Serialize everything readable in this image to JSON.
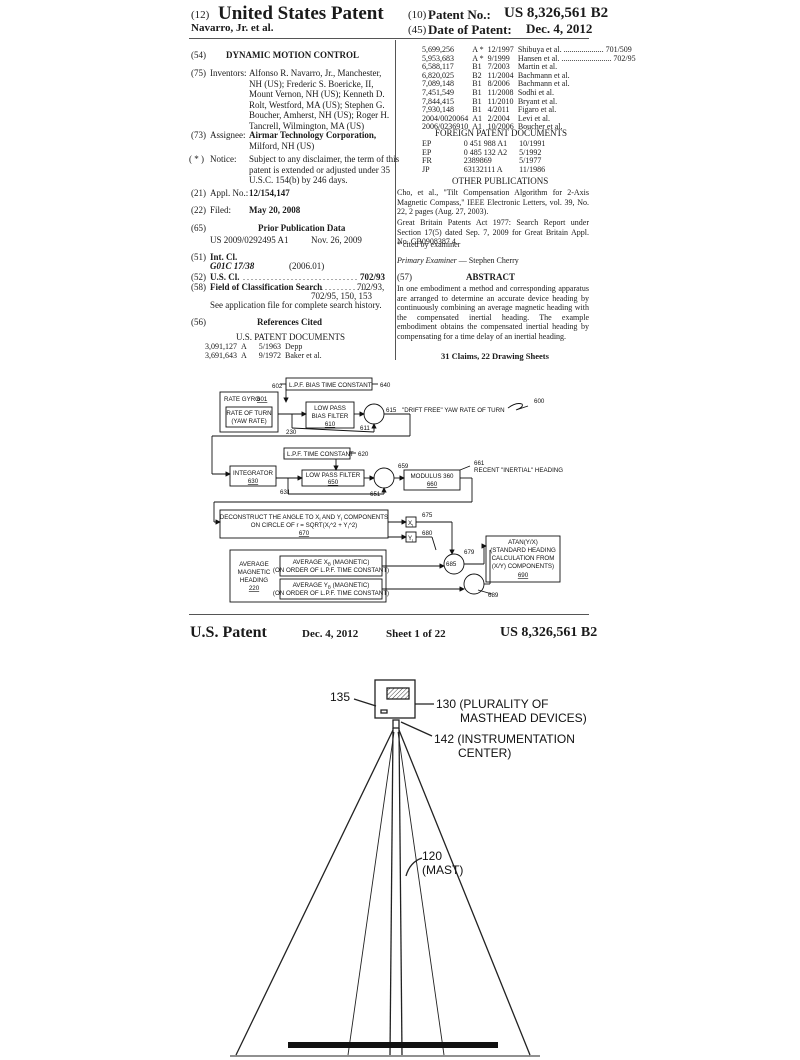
{
  "header": {
    "code12": "(12)",
    "title": "United States Patent",
    "inventors_short": "Navarro, Jr. et al.",
    "code10": "(10)",
    "patent_no_label": "Patent No.:",
    "patent_no": "US 8,326,561 B2",
    "code45": "(45)",
    "date_label": "Date of Patent:",
    "date": "Dec. 4, 2012"
  },
  "left": {
    "c54": "(54)",
    "title": "DYNAMIC MOTION CONTROL",
    "c75": "(75)",
    "inventors_label": "Inventors:",
    "inventors": [
      "Alfonso R. Navarro, Jr., Manchester,",
      "NH (US); Frederic S. Boericke, II,",
      "Mount Vernon, NH (US); Kenneth D.",
      "Rolt, Westford, MA (US); Stephen G.",
      "Boucher, Amherst, NH (US); Roger H.",
      "Tancrell, Wilmington, MA (US)"
    ],
    "c73": "(73)",
    "assignee_label": "Assignee:",
    "assignee": [
      "Airmar Technology Corporation,",
      "Milford, NH (US)"
    ],
    "cnotice": "( * )",
    "notice_label": "Notice:",
    "notice": [
      "Subject to any disclaimer, the term of this",
      "patent is extended or adjusted under 35",
      "U.S.C. 154(b) by 246 days."
    ],
    "c21": "(21)",
    "appl_label": "Appl. No.:",
    "appl": "12/154,147",
    "c22": "(22)",
    "filed_label": "Filed:",
    "filed": "May 20, 2008",
    "c65": "(65)",
    "prior_heading": "Prior Publication Data",
    "prior_num": "US 2009/0292495 A1",
    "prior_date": "Nov. 26, 2009",
    "c51": "(51)",
    "intcl_label": "Int. Cl.",
    "intcl_code": "G01C 17/38",
    "intcl_year": "(2006.01)",
    "c52": "(52)",
    "uscl_label": "U.S. Cl.",
    "uscl_dots": ". . . . . . . . . . . . . . . . . . . . . . . . . . . . .",
    "uscl": "702/93",
    "c58": "(58)",
    "field_label": "Field of Classification Search",
    "field_dots": ". . . . . . . . . . . . . .",
    "field1": "702/93,",
    "field2": "702/95, 150, 153",
    "field3": "See application file for complete search history.",
    "c56": "(56)",
    "refs_heading": "References Cited",
    "usdocs_heading": "U.S. PATENT DOCUMENTS",
    "us_refs": [
      [
        "3,091,127",
        "A",
        "5/1963",
        "Depp"
      ],
      [
        "3,691,643",
        "A",
        "9/1972",
        "Baker et al."
      ]
    ]
  },
  "right": {
    "us_refs": [
      [
        "5,699,256",
        "A  *",
        "12/1997",
        "Shibuya et al. .................... 701/509"
      ],
      [
        "5,953,683",
        "A  *",
        "9/1999",
        "Hansen et al. ......................... 702/95"
      ],
      [
        "6,588,117",
        "B1",
        "7/2003",
        "Martin et al."
      ],
      [
        "6,820,025",
        "B2",
        "11/2004",
        "Bachmann et al."
      ],
      [
        "7,089,148",
        "B1",
        "8/2006",
        "Bachmann et al."
      ],
      [
        "7,451,549",
        "B1",
        "11/2008",
        "Sodhi et al."
      ],
      [
        "7,844,415",
        "B1",
        "11/2010",
        "Bryant et al."
      ],
      [
        "7,930,148",
        "B1",
        "4/2011",
        "Figaro et al."
      ],
      [
        "2004/0020064",
        "A1",
        "2/2004",
        "Levi et al."
      ],
      [
        "2006/0236910",
        "A1",
        "10/2006",
        "Boucher et al."
      ]
    ],
    "foreign_heading": "FOREIGN PATENT DOCUMENTS",
    "foreign": [
      [
        "EP",
        "0 451 988  A1",
        "10/1991"
      ],
      [
        "EP",
        "0 485 132  A2",
        "5/1992"
      ],
      [
        "FR",
        "2389869",
        "5/1977"
      ],
      [
        "JP",
        "63132111  A",
        "11/1986"
      ]
    ],
    "other_heading": "OTHER PUBLICATIONS",
    "other1": "Cho, et al., \"Tilt Compensation Algorithm for 2-Axis Magnetic Compass,\" IEEE Electronic Letters, vol. 39, No. 22, 2 pages (Aug. 27, 2003).",
    "other2": "Great Britain Patents Act 1977: Search Report under Section 17(5) dated Sep. 7, 2009 for Great Britain Appl. No. GB0908387.4.",
    "cited": "* cited by examiner",
    "examiner_label": "Primary Examiner",
    "examiner": " — Stephen Cherry",
    "c57": "(57)",
    "abstract_heading": "ABSTRACT",
    "abstract": "In one embodiment a method and corresponding apparatus are arranged to determine an accurate device heading by continuously combining an average magnetic heading with the compensated inertial heading. The example embodiment obtains the compensated inertial heading by compensating for a time delay of an inertial heading.",
    "claims": "31 Claims, 22 Drawing Sheets"
  },
  "diagram": {
    "lpf_bias": "L.P.F. BIAS TIME CONSTANT",
    "n640": "640",
    "n602": "602",
    "rate_gyro": "RATE GYRO",
    "n601": "601",
    "rate_turn1": "RATE OF TURN",
    "rate_turn2": "(YAW RATE)",
    "lpbf1": "LOW PASS",
    "lpbf2": "BIAS FILTER",
    "n610": "610",
    "n230": "230",
    "n611": "611",
    "n615": "615",
    "drift": "\"DRIFT FREE\" YAW RATE OF TURN",
    "n600": "600",
    "lpf_time": "L.P.F. TIME CONSTANT",
    "n620": "620",
    "integrator": "INTEGRATOR",
    "n630": "630",
    "n631": "631",
    "lpf": "LOW PASS FILTER",
    "n650": "650",
    "n651": "651",
    "n659": "659",
    "modulus": "MODULUS 360",
    "n660": "660",
    "n661": "661",
    "recent": "RECENT \"INERTIAL\" HEADING",
    "decon1": "DECONSTRUCT THE ANGLE TO X",
    "decon1b": "I",
    "decon1c": " AND Y",
    "decon1d": "I",
    "decon1e": " COMPONENTS",
    "decon2": "ON CIRCLE OF r = SQRT(X",
    "decon2b": "I",
    "decon2c": "^2 + Y",
    "decon2d": "I",
    "decon2e": "^2)",
    "n670": "670",
    "xi": "X",
    "xi_sub": "I",
    "yi": "Y",
    "yi_sub": "I",
    "n675": "675",
    "n680": "680",
    "avg_mag1": "AVERAGE",
    "avg_mag2": "MAGNETIC",
    "avg_mag3": "HEADING",
    "n220": "220",
    "avg_x1": "AVERAGE X",
    "avg_x1_sub": "B",
    "avg_x1_rest": " (MAGNETIC)",
    "avg_x2": "(ON ORDER OF L.P.F. TIME CONSTANT)",
    "avg_y1": "AVERAGE Y",
    "avg_y1_sub": "B",
    "avg_y1_rest": " (MAGNETIC)",
    "avg_y2": "(ON ORDER OF L.P.F. TIME CONSTANT)",
    "n679": "679",
    "n685": "685",
    "n689": "689",
    "atan1": "ATAN(Y/X)",
    "atan2": "(STANDARD HEADING",
    "atan3": "CALCULATION FROM",
    "atan4": "(X/Y) COMPONENTS)",
    "n690": "690"
  },
  "sheet_header": {
    "left": "U.S. Patent",
    "date": "Dec. 4, 2012",
    "sheet": "Sheet 1 of 22",
    "patno": "US 8,326,561 B2"
  },
  "figure": {
    "n135": "135",
    "l130a": "130 (PLURALITY OF",
    "l130b": "MASTHEAD DEVICES)",
    "l142a": "142 (INSTRUMENTATION",
    "l142b": "CENTER)",
    "l120a": "120",
    "l120b": "(MAST)"
  }
}
